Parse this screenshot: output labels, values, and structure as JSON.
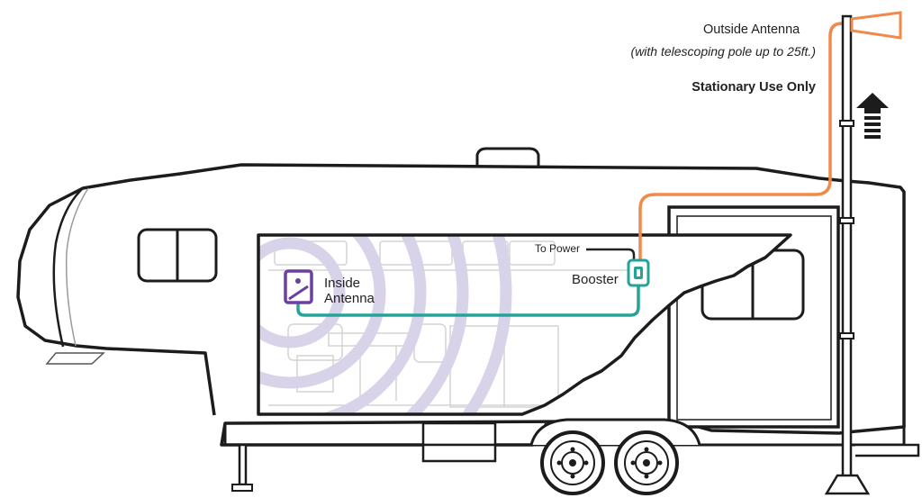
{
  "labels": {
    "outside_antenna": "Outside Antenna",
    "pole_note": "(with telescoping pole up to 25ft.)",
    "stationary": "Stationary Use Only",
    "to_power": "To Power",
    "booster": "Booster",
    "inside_antenna": "Inside Antenna"
  },
  "colors": {
    "outline": "#1c1c1c",
    "interior_line": "#d4d4d4",
    "signal_waves": "#d9d3ea",
    "inside_antenna": "#6c3fa0",
    "booster": "#25a39b",
    "indoor_cable": "#25a39b",
    "outdoor_cable": "#f08a4b",
    "outdoor_antenna": "#f08a4b",
    "power_cable": "#222222"
  },
  "icons": {
    "inside_antenna": "panel-antenna-icon",
    "booster": "signal-booster-icon",
    "outside_antenna": "yagi-antenna-icon",
    "arrow": "up-arrow-icon"
  }
}
